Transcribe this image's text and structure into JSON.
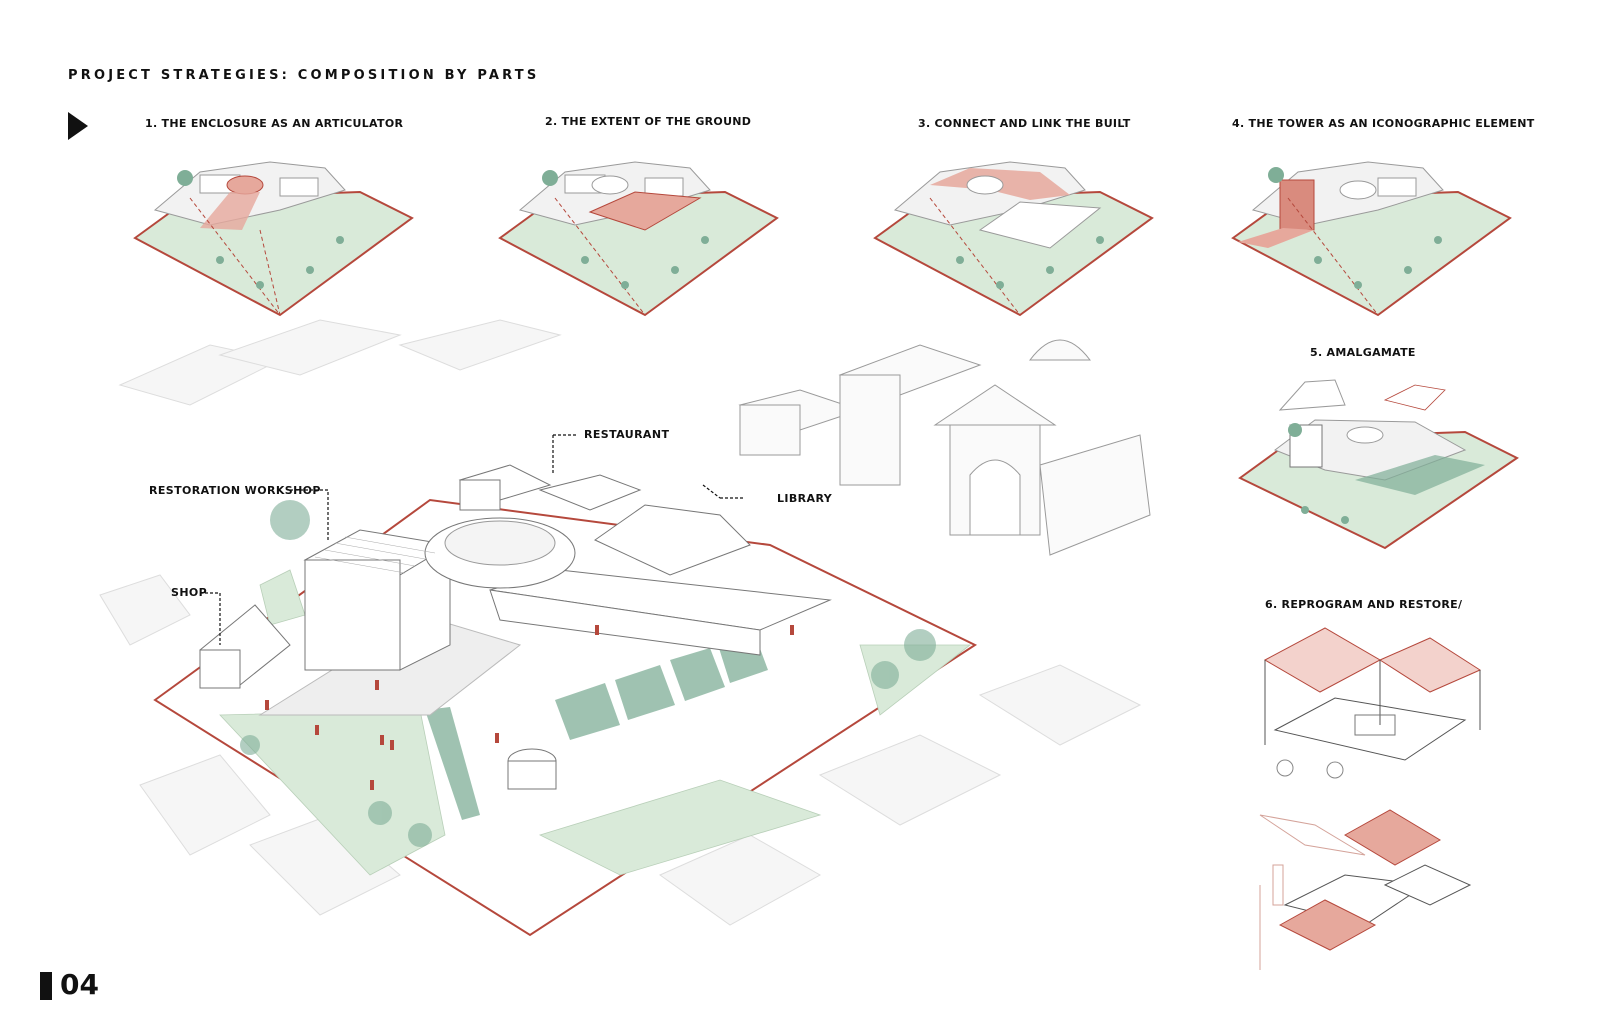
{
  "page": {
    "title": "PROJECT STRATEGIES: COMPOSITION BY PARTS",
    "number": "04"
  },
  "strategies": [
    {
      "label": "1. THE ENCLOSURE AS AN ARTICULATOR"
    },
    {
      "label": "2. THE EXTENT OF THE GROUND"
    },
    {
      "label": "3. CONNECT AND LINK THE BUILT"
    },
    {
      "label": "4. THE TOWER AS AN ICONOGRAPHIC ELEMENT"
    },
    {
      "label": "5. AMALGAMATE"
    },
    {
      "label": "6. REPROGRAM AND RESTORE/"
    }
  ],
  "main_axonometric": {
    "labels": {
      "restaurant": "RESTAURANT",
      "restoration_workshop": "RESTORATION WORKSHOP",
      "library": "LIBRARY",
      "shop": "SHOP"
    }
  },
  "colors": {
    "accent_red": "#b5483c",
    "highlight_pink": "#e6a89c",
    "lawn_green": "#d9ead9",
    "dark_green": "#7fae97",
    "building_grey": "#f2f2f2",
    "line_grey": "#9a9a9a",
    "text": "#111111"
  }
}
